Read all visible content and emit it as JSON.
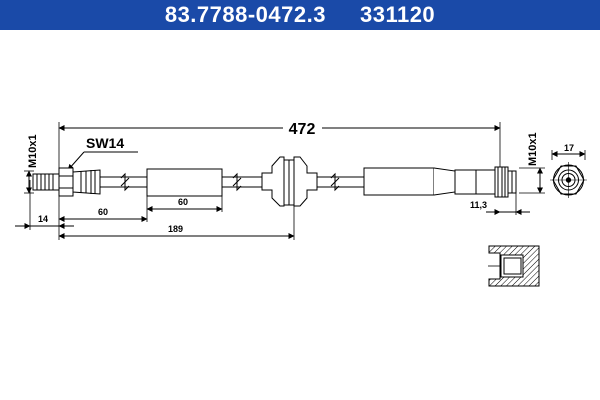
{
  "header": {
    "part_number": "83.7788-0472.3",
    "code": "331120",
    "background_color": "#1a4aa8",
    "text_color": "#ffffff"
  },
  "drawing": {
    "overall_length": "472",
    "wrench_size": "SW14",
    "thread_left": "M10x1",
    "thread_right": "M10x1",
    "dim_fitting_length": "14",
    "dim_sleeve_offset": "60",
    "dim_sleeve_length": "60",
    "dim_bracket_position": "189",
    "dim_end_fitting": "11,3",
    "dim_end_diameter": "17"
  }
}
